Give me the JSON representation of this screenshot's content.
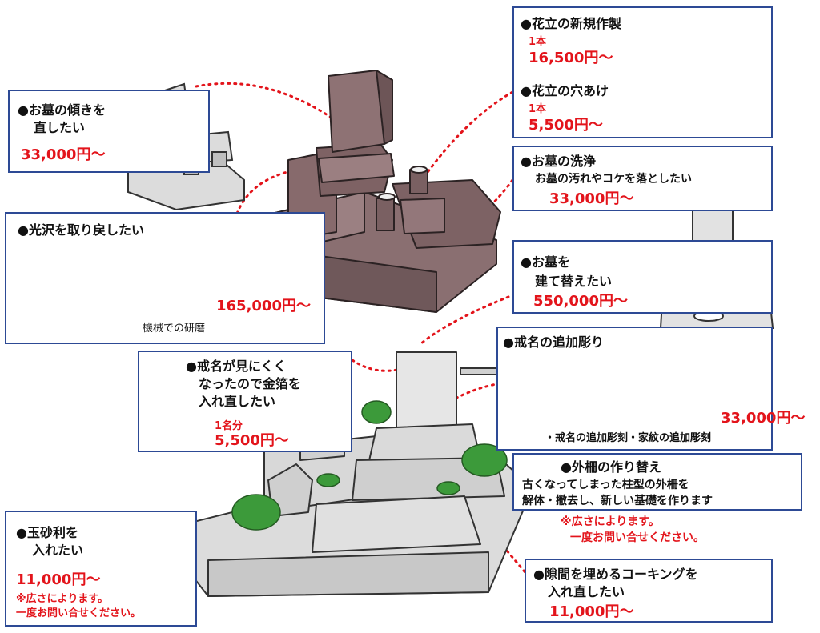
{
  "colors": {
    "accent": "#e3141b",
    "frame": "#2d4a95",
    "stone_dark": "#8a6f71",
    "stone_light": "#dcdcdc",
    "plant": "#3c9a3a"
  },
  "items": {
    "tilt": {
      "title1": "●お墓の傾きを",
      "title2": "直したい",
      "price": "33,000円～"
    },
    "shine": {
      "title": "●光沢を取り戻したい",
      "price": "165,000円～",
      "note": "機械での研磨"
    },
    "gilding": {
      "title1": "●戒名が見にくく",
      "title2": "なったので金箔を",
      "title3": "入れ直したい",
      "unit": "1名分",
      "price": "5,500円～"
    },
    "gravel": {
      "title1": "●玉砂利を",
      "title2": "入れたい",
      "price": "11,000円～",
      "note1": "※広さによります。",
      "note2": "一度お問い合せください。"
    },
    "vase_new": {
      "title": "●花立の新規作製",
      "unit": "1本",
      "price": "16,500円～"
    },
    "vase_hole": {
      "title": "●花立の穴あけ",
      "unit": "1本",
      "price": "5,500円～"
    },
    "cleaning": {
      "title": "●お墓の洗浄",
      "sub": "お墓の汚れやコケを落としたい",
      "price": "33,000円～"
    },
    "rebuild": {
      "title1": "●お墓を",
      "title2": "建て替えたい",
      "price": "550,000円～"
    },
    "engrave": {
      "title": "●戒名の追加彫り",
      "price": "33,000円～",
      "note": "・戒名の追加彫刻・家紋の追加彫刻"
    },
    "fence": {
      "title": "●外柵の作り替え",
      "sub1": "古くなってしまった柱型の外柵を",
      "sub2": "解体・撤去し、新しい基礎を作ります",
      "note1": "※広さによります。",
      "note2": "一度お問い合せください。"
    },
    "caulk": {
      "title1": "●隙間を埋めるコーキングを",
      "title2": "入れ直したい",
      "price": "11,000円～"
    }
  }
}
